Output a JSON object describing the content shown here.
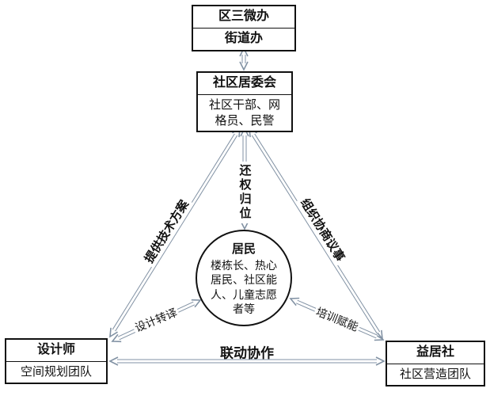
{
  "colors": {
    "arrow": "#8292a4",
    "node_border": "#111111",
    "background": "#ffffff",
    "text": "#111111"
  },
  "nodes": {
    "district": {
      "line1": "区三微办",
      "line2": "街道办"
    },
    "committee": {
      "title": "社区居委会",
      "desc": "社区干部、网格员、民警"
    },
    "residents": {
      "title": "居民",
      "desc": "楼栋长、热心居民、社区能人、儿童志愿者等"
    },
    "designer": {
      "title": "设计师",
      "desc": "空间规划团队"
    },
    "community_org": {
      "title": "益居社",
      "desc": "社区营造团队"
    }
  },
  "edge_labels": {
    "left": "提供技术方案",
    "right": "组织协商议事",
    "bottom": "联动协作",
    "vertical": "还权归位",
    "designer_to_residents": "设计转译",
    "org_to_residents": "培训赋能"
  }
}
